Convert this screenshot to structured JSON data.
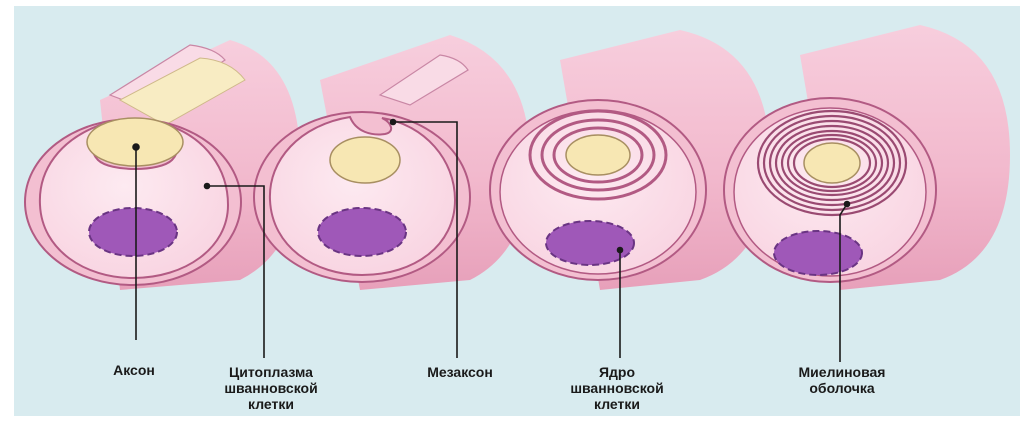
{
  "labels": {
    "axon": "Аксон",
    "cytoplasm": [
      "Цитоплазма",
      "шванновской",
      "клетки"
    ],
    "mesaxon": "Мезаксон",
    "nucleus": [
      "Ядро",
      "шванновской",
      "клетки"
    ],
    "myelin": [
      "Миелиновая",
      "оболочка"
    ]
  },
  "colors": {
    "background": "#d8ebef",
    "tube_outer": "#f4c3d4",
    "tube_shadow": "#e9a2bc",
    "cytoplasm": "#fbe1ea",
    "membrane": "#b25a83",
    "axon": "#f7e7b3",
    "axon_outline": "#a88f62",
    "nucleus": "#9f58b8",
    "nucleus_border": "#6a3483",
    "leader_line": "#1a1a1a"
  },
  "stages": [
    {
      "stage": 1,
      "description_icon": "schwann-cell-engulfing-axon"
    },
    {
      "stage": 2,
      "description_icon": "mesaxon-formation"
    },
    {
      "stage": 3,
      "description_icon": "loose-spiral-wrapping"
    },
    {
      "stage": 4,
      "description_icon": "compact-myelin-sheath"
    }
  ]
}
